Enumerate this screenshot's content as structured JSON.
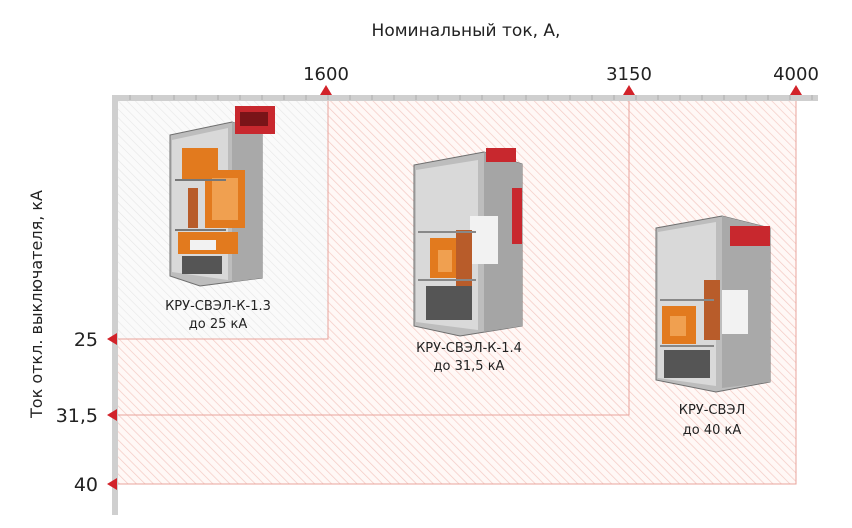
{
  "axis": {
    "x_label": "Номинальный ток, А,",
    "y_label": "Ток откл. выключателя, кА",
    "x_ticks": [
      "1600",
      "3150",
      "4000"
    ],
    "y_ticks": [
      "25",
      "31,5",
      "40"
    ]
  },
  "products": [
    {
      "name": "КРУ-СВЭЛ-К-1.3",
      "rating": "до 25 кА",
      "max_current_a": 1600,
      "max_breaking_ka": 25
    },
    {
      "name": "КРУ-СВЭЛ-К-1.4",
      "rating": "до 31,5 кА",
      "max_current_a": 3150,
      "max_breaking_ka": 31.5
    },
    {
      "name": "КРУ-СВЭЛ",
      "rating": "до 40 кА",
      "max_current_a": 4000,
      "max_breaking_ka": 40
    }
  ],
  "colors": {
    "accent": "#d2232a",
    "hatch": "#f3c9c3",
    "axis": "#cfcfcf"
  }
}
